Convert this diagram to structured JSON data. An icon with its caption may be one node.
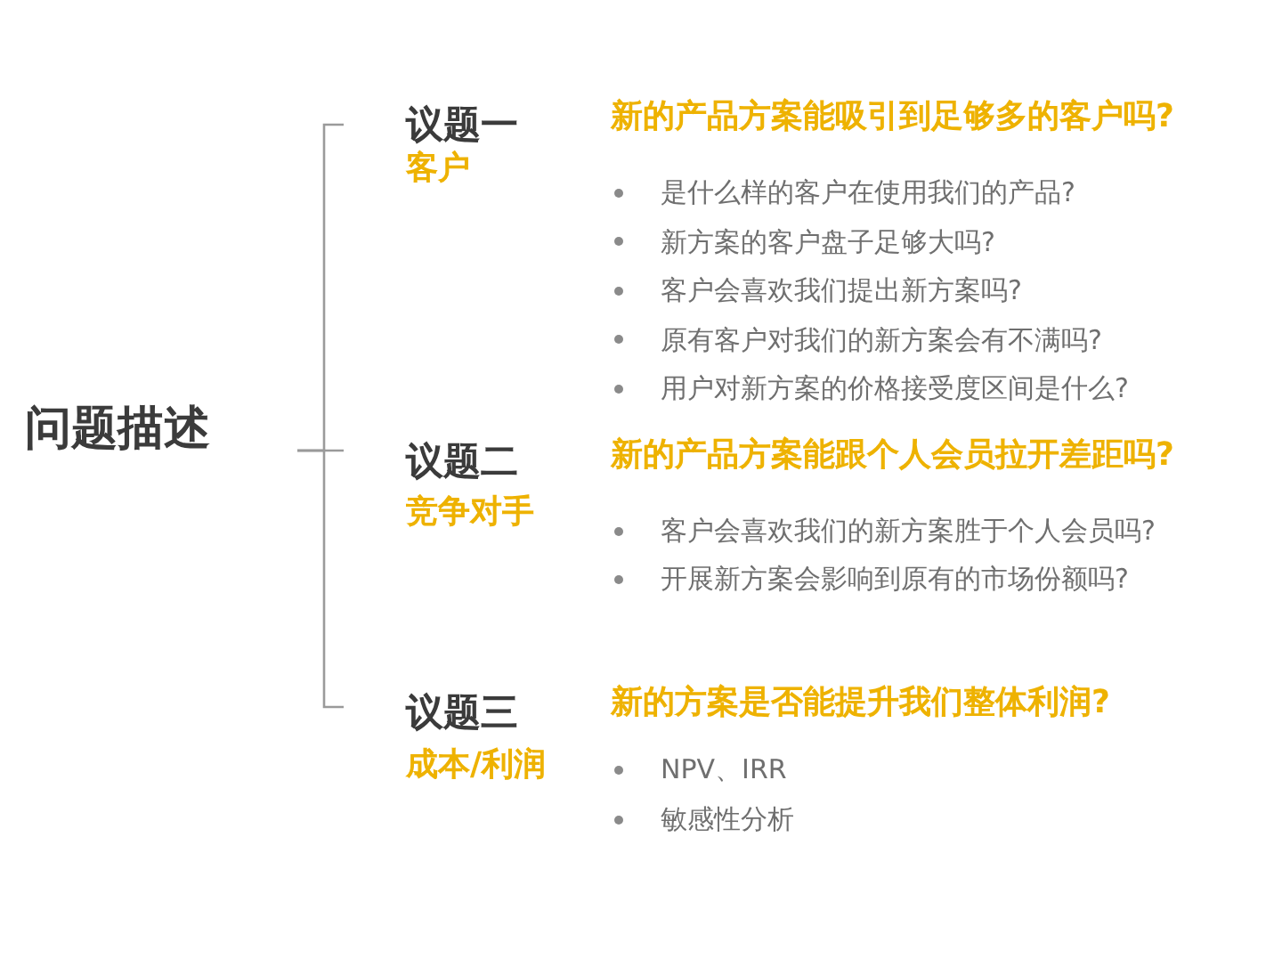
{
  "diagram": {
    "nodes": [
      {
        "text": [
          "问题描述"
        ]
      },
      {
        "text": [
          "议题一",
          "客户"
        ],
        "beside": [
          "新的产品方案能吸引到足够多的客户吗?",
          "是什么样的客户在使用我们的产品?",
          "新方案的客户盘子足够大吗?",
          "客户会喜欢我们提出新方案吗?",
          "原有客户对我们的新方案会有不满吗?",
          "用户对新方案的价格接受度区间是什么?"
        ]
      },
      {
        "text": [
          "议题二",
          "竞争对手"
        ],
        "beside": [
          "新的产品方案能跟个人会员拉开差距吗?",
          "客户会喜欢我们的新方案胜于个人会员吗?",
          "开展新方案会影响到原有的市场份额吗?"
        ]
      },
      {
        "text": [
          "议题三",
          "成本/利润"
        ],
        "beside": [
          "新的方案是否能提升我们整体利润?",
          "NPV、IRR",
          "敏感性分析"
        ]
      }
    ],
    "edges": [
      {
        "from": 0,
        "to": 1,
        "arrow": "none"
      },
      {
        "from": 0,
        "to": 2,
        "arrow": "none"
      },
      {
        "from": 0,
        "to": 3,
        "arrow": "none"
      }
    ]
  }
}
